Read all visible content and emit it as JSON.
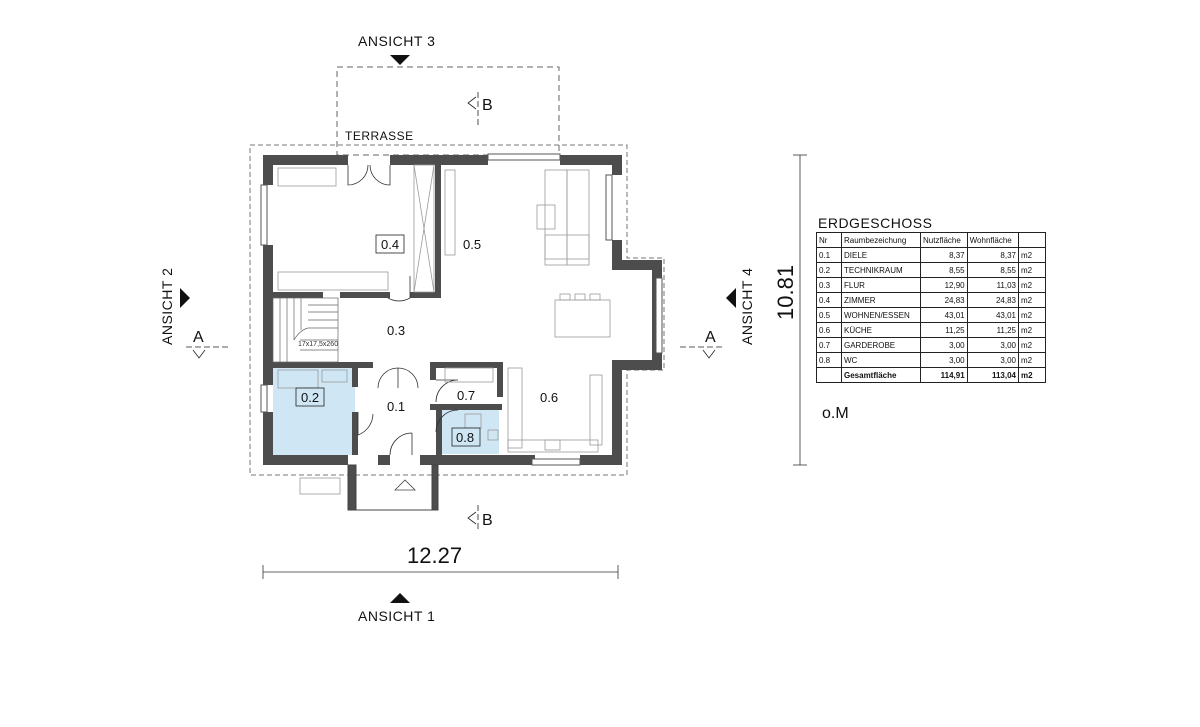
{
  "views": {
    "v1": "ANSICHT 1",
    "v2": "ANSICHT 2",
    "v3": "ANSICHT 3",
    "v4": "ANSICHT 4"
  },
  "sections": {
    "a": "A",
    "b": "B"
  },
  "dimensions": {
    "width": "12.27",
    "depth": "10.81"
  },
  "terrace_label": "TERRASSE",
  "stair_label": "17x17,5x260",
  "rooms": [
    "0.1",
    "0.2",
    "0.3",
    "0.4",
    "0.5",
    "0.6",
    "0.7",
    "0.8"
  ],
  "table": {
    "title": "ERDGESCHOSS",
    "headers": [
      "Nr",
      "Raumbezeichung",
      "Nutzfläche",
      "Wohnfläche",
      ""
    ],
    "rows": [
      [
        "0.1",
        "DIELE",
        "8,37",
        "8,37",
        "m2"
      ],
      [
        "0.2",
        "TECHNIKRAUM",
        "8,55",
        "8,55",
        "m2"
      ],
      [
        "0.3",
        "FLUR",
        "12,90",
        "11,03",
        "m2"
      ],
      [
        "0.4",
        "ZIMMER",
        "24,83",
        "24,83",
        "m2"
      ],
      [
        "0.5",
        "WOHNEN/ESSEN",
        "43,01",
        "43,01",
        "m2"
      ],
      [
        "0.6",
        "KÜCHE",
        "11,25",
        "11,25",
        "m2"
      ],
      [
        "0.7",
        "GARDEROBE",
        "3,00",
        "3,00",
        "m2"
      ],
      [
        "0.8",
        "WC",
        "3,00",
        "3,00",
        "m2"
      ]
    ],
    "total": [
      "",
      "Gesamtfläche",
      "114,91",
      "113,04",
      "m2"
    ]
  },
  "note": "o.M",
  "colors": {
    "wall": "#4d4d4d",
    "tech_room": "#cfe6f5",
    "furniture": "#9a9a9a"
  }
}
